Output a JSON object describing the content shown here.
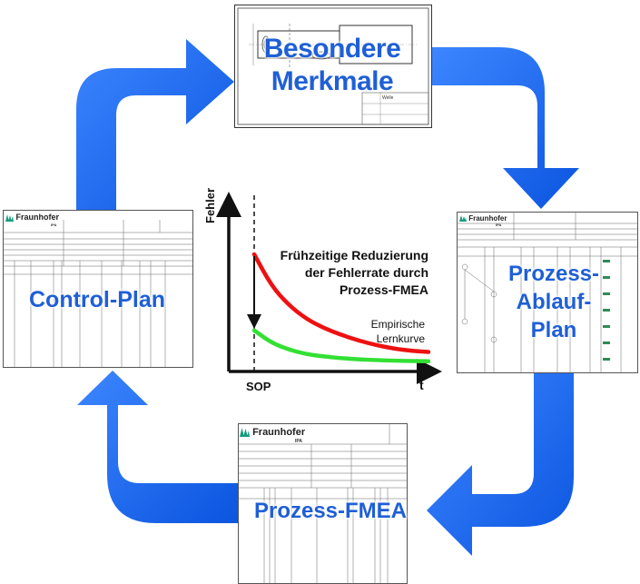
{
  "colors": {
    "arrow": "#1a66ef",
    "label": "#1f5fd6",
    "red_curve": "#ee1111",
    "green_curve": "#33e033"
  },
  "nodes": {
    "top": {
      "line1": "Besondere",
      "line2": "Merkmale",
      "sheet_tag": "Welle"
    },
    "left": {
      "label": "Control-Plan",
      "logo": "Fraunhofer",
      "logo_sub": "IPA"
    },
    "right": {
      "line1": "Prozess-",
      "line2": "Ablauf-",
      "line3": "Plan",
      "logo": "Fraunhofer",
      "logo_sub": "IPA"
    },
    "bottom": {
      "label": "Prozess-FMEA",
      "logo": "Fraunhofer",
      "logo_sub": "IPA"
    }
  },
  "chart": {
    "y_axis_label": "Fehler",
    "x_axis_label": "t",
    "x_marker_label": "SOP",
    "annotation_line1": "Frühzeitige Reduzierung",
    "annotation_line2": "der Fehlerrate durch",
    "annotation_line3": "Prozess-FMEA",
    "curve_label_line1": "Empirische",
    "curve_label_line2": "Lernkurve"
  },
  "chart_data": {
    "type": "line",
    "series": [
      {
        "color": "#ee1111",
        "x": [
          0,
          0.1,
          0.2,
          0.3,
          0.4,
          0.5,
          0.6,
          0.7,
          0.8,
          0.9,
          1.0
        ],
        "y": [
          1.0,
          0.72,
          0.55,
          0.43,
          0.35,
          0.29,
          0.24,
          0.2,
          0.17,
          0.15,
          0.14
        ]
      },
      {
        "color": "#33e033",
        "x": [
          0,
          0.1,
          0.2,
          0.3,
          0.4,
          0.5,
          0.6,
          0.7,
          0.8,
          0.9,
          1.0
        ],
        "y": [
          0.33,
          0.22,
          0.16,
          0.12,
          0.1,
          0.085,
          0.075,
          0.068,
          0.063,
          0.06,
          0.058
        ]
      }
    ]
  }
}
